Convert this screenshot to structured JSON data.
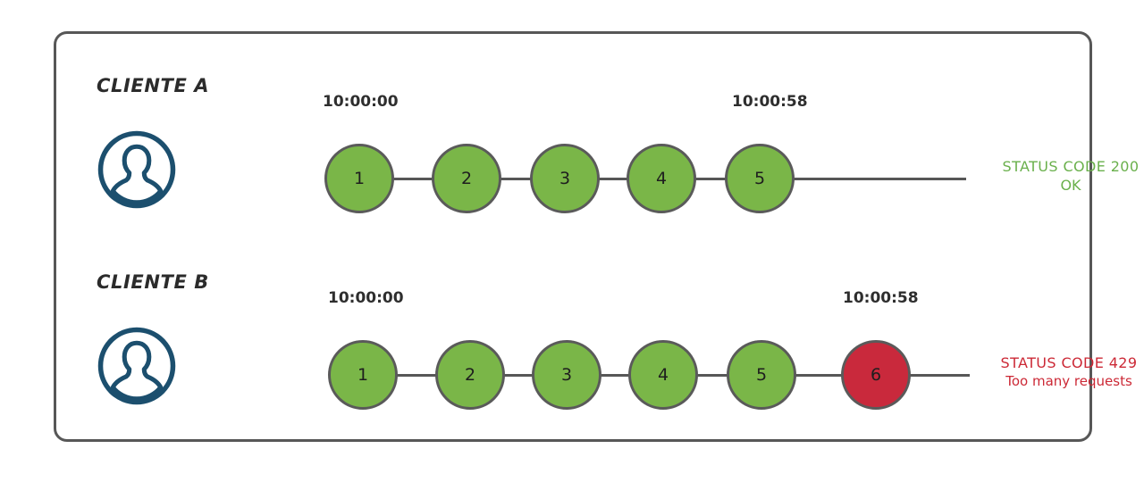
{
  "diagram": {
    "title_hidden": "",
    "colors": {
      "card_border": "#575757",
      "node_ok": "#7ab648",
      "node_fail": "#c9293c",
      "node_border": "#5a5a5a",
      "avatar": "#1c4f6e",
      "status_ok": "#6ab04c",
      "status_fail": "#cc2936",
      "timestamp": "#2e2e2e",
      "background": "#ffffff"
    },
    "rows": [
      {
        "id": "client-a",
        "label": "CLIENTE A",
        "avatar_icon": "user-avatar-icon",
        "timestamp_start": "10:00:00",
        "timestamp_end": "10:00:58",
        "nodes": [
          {
            "label": "1",
            "state": "ok"
          },
          {
            "label": "2",
            "state": "ok"
          },
          {
            "label": "3",
            "state": "ok"
          },
          {
            "label": "4",
            "state": "ok"
          },
          {
            "label": "5",
            "state": "ok"
          }
        ],
        "status": {
          "state": "ok",
          "line1": "STATUS CODE 200",
          "line2": "OK"
        }
      },
      {
        "id": "client-b",
        "label": "CLIENTE B",
        "avatar_icon": "user-avatar-icon",
        "timestamp_start": "10:00:00",
        "timestamp_end": "10:00:58",
        "nodes": [
          {
            "label": "1",
            "state": "ok"
          },
          {
            "label": "2",
            "state": "ok"
          },
          {
            "label": "3",
            "state": "ok"
          },
          {
            "label": "4",
            "state": "ok"
          },
          {
            "label": "5",
            "state": "ok"
          },
          {
            "label": "6",
            "state": "fail"
          }
        ],
        "status": {
          "state": "fail",
          "line1": "STATUS CODE 429",
          "line2": "Too many requests"
        }
      }
    ]
  }
}
